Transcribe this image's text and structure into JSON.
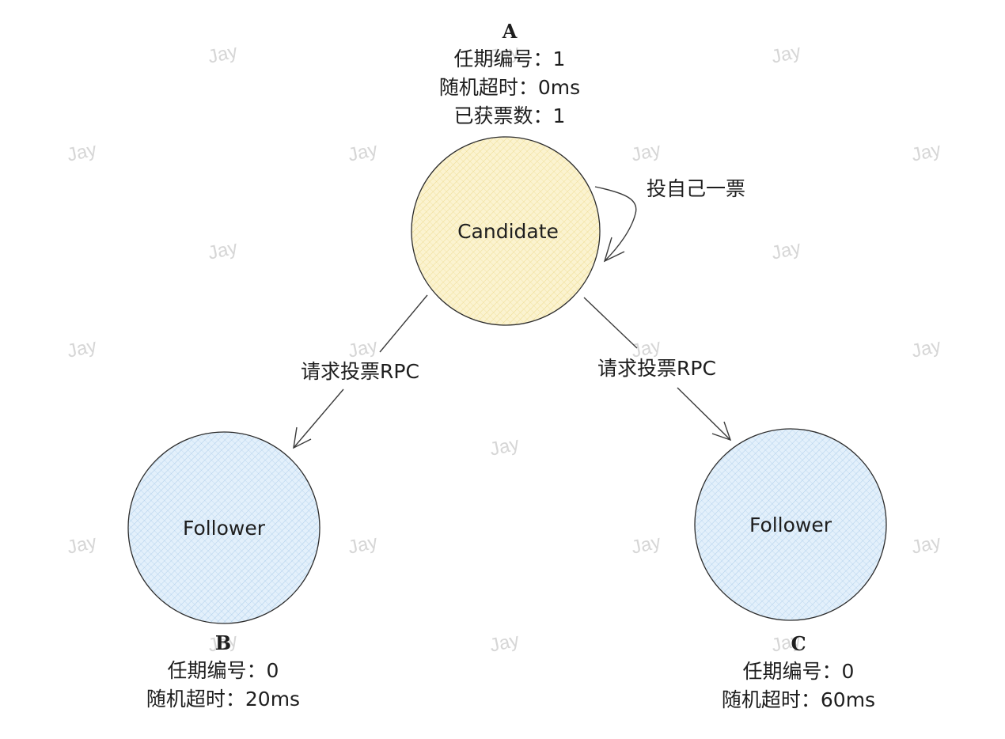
{
  "nodes": {
    "a": {
      "state": "Candidate",
      "id_label": "A",
      "info": [
        "任期编号：1",
        "随机超时：0ms",
        "已获票数：1"
      ],
      "fill": "#fbf3d0",
      "hatch": "#ecd98a"
    },
    "b": {
      "state": "Follower",
      "id_label": "B",
      "info": [
        "任期编号：0",
        "随机超时：20ms"
      ],
      "fill": "#e3f0fb",
      "hatch": "#a9cbe9"
    },
    "c": {
      "state": "Follower",
      "id_label": "C",
      "info": [
        "任期编号：0",
        "随机超时：60ms"
      ],
      "fill": "#e3f0fb",
      "hatch": "#a9cbe9"
    }
  },
  "edges": {
    "self_vote": "投自己一票",
    "request_vote_left": "请求投票RPC",
    "request_vote_right": "请求投票RPC"
  },
  "watermark": "Jay"
}
